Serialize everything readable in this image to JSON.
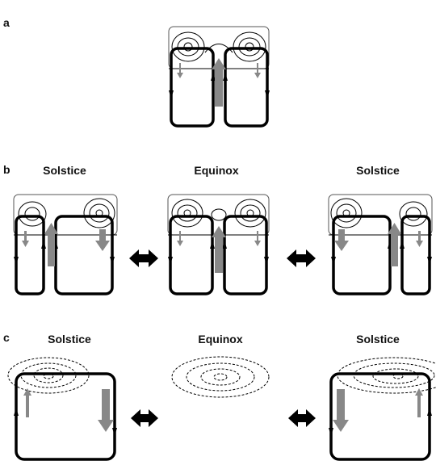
{
  "panels": {
    "a": {
      "label": "a"
    },
    "b": {
      "label": "b",
      "left_title": "Solstice",
      "center_title": "Equinox",
      "right_title": "Solstice"
    },
    "c": {
      "label": "c",
      "left_title": "Solstice",
      "center_title": "Equinox",
      "right_title": "Solstice"
    }
  },
  "colors": {
    "stroke": "#000000",
    "arrow_fill": "#888888",
    "box_line": "#555555"
  }
}
